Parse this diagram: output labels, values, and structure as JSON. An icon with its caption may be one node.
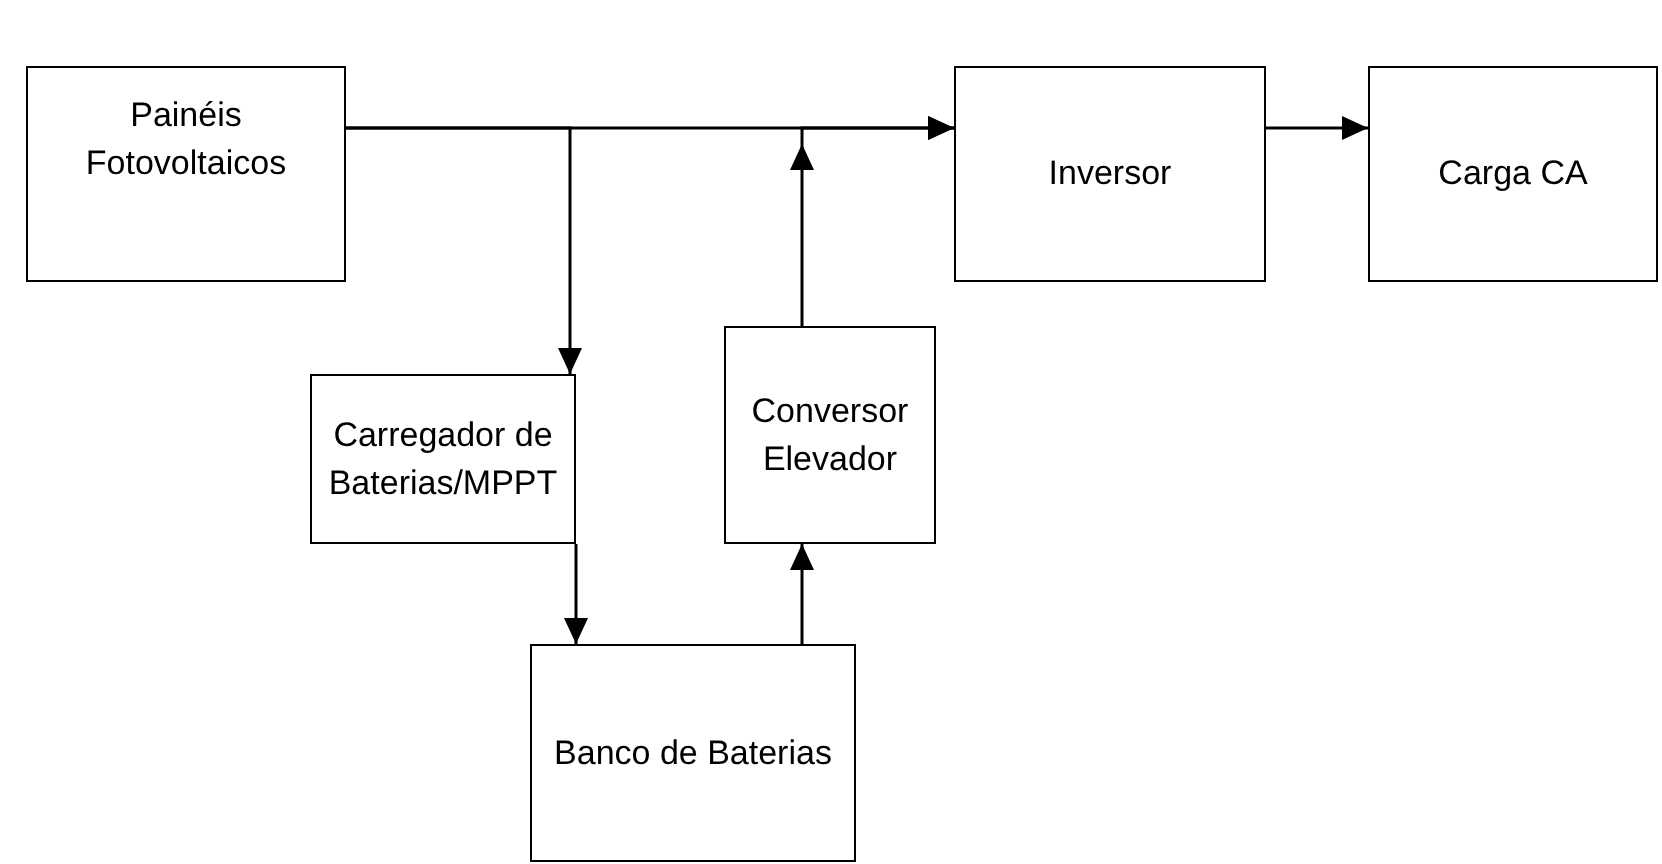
{
  "diagram": {
    "nodes": [
      {
        "text": [
          "Painéis Fotovoltaicos"
        ]
      },
      {
        "text": [
          "Inversor"
        ]
      },
      {
        "text": [
          "Carga CA"
        ]
      },
      {
        "text": [
          "Carregador de Baterias/MPPT"
        ]
      },
      {
        "text": [
          "Conversor Elevador"
        ]
      },
      {
        "text": [
          "Banco de Baterias"
        ]
      }
    ],
    "edges": [
      {
        "from": 0,
        "to": 1,
        "arrow": "to"
      },
      {
        "from": 0,
        "to": 3,
        "arrow": "to"
      },
      {
        "from": 4,
        "to": 1,
        "arrow": "to"
      },
      {
        "from": 1,
        "to": 2,
        "arrow": "to"
      },
      {
        "from": 3,
        "to": 5,
        "arrow": "to"
      },
      {
        "from": 5,
        "to": 4,
        "arrow": "to"
      }
    ]
  }
}
